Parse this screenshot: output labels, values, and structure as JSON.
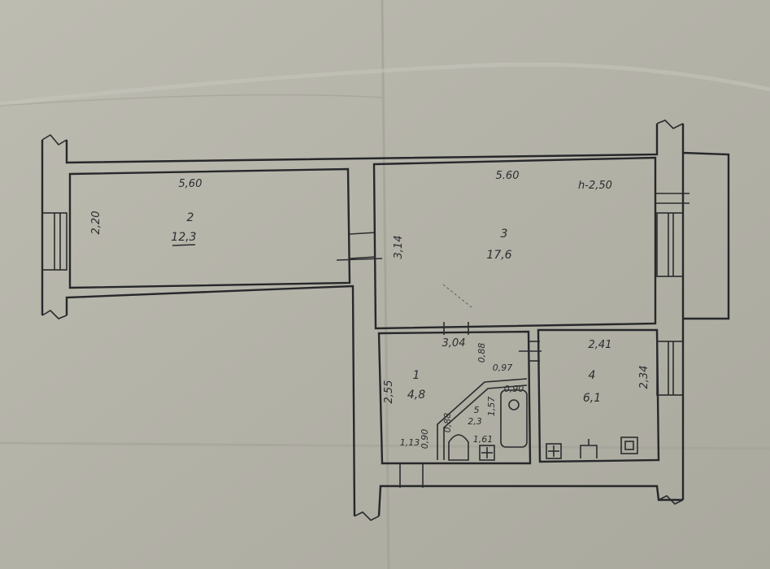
{
  "rooms": [
    {
      "number": "2",
      "area": "12,3",
      "width": "5,60",
      "depth": "2,20"
    },
    {
      "number": "3",
      "area": "17,6",
      "width": "5.60",
      "depth": "3,14",
      "height": "h-2,50"
    },
    {
      "number": "1",
      "area": "4,8",
      "width": "3,04",
      "depth": "2,55"
    },
    {
      "number": "4",
      "area": "6,1",
      "width": "2,41",
      "depth": "2,34"
    },
    {
      "number": "5",
      "area": "2,3"
    }
  ],
  "bath_dims": [
    "0,88",
    "0,97",
    "0,90",
    "1,57",
    "0,88",
    "1,61",
    "0,90",
    "1,13"
  ]
}
